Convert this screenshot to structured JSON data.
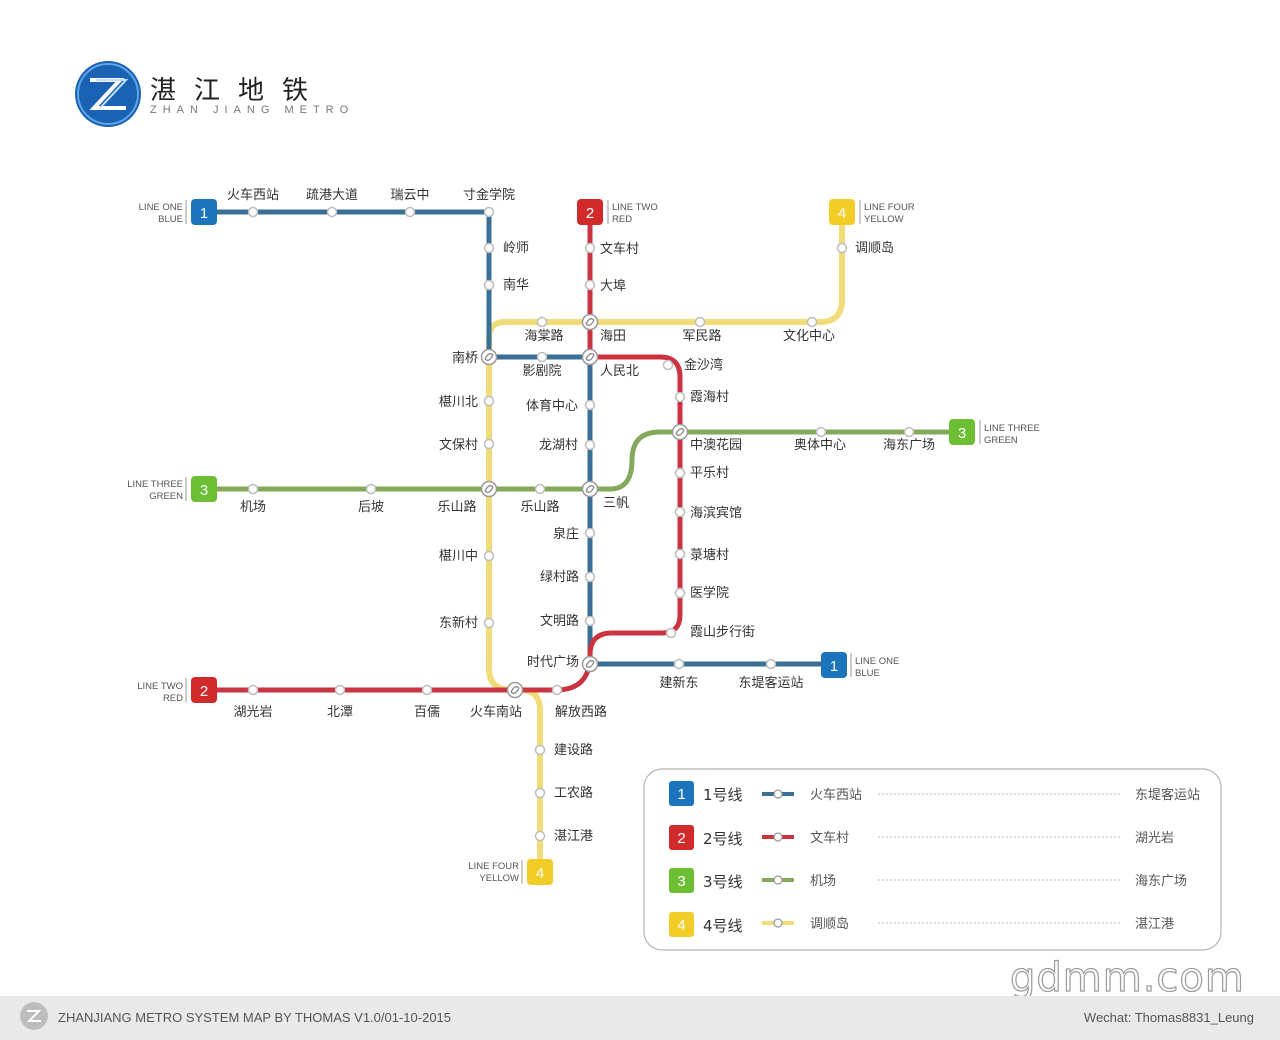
{
  "header": {
    "title": "湛江地铁",
    "subtitle": "ZHAN JIANG METRO"
  },
  "colors": {
    "line1": "#3a6f96",
    "line2": "#cc3340",
    "line3": "#84a95a",
    "line4": "#f0dc78",
    "badge1": "#1b74bc",
    "badge2": "#d12a2a",
    "badge3": "#6cbf33",
    "badge4": "#f3cd27"
  },
  "terminals": {
    "line1_west": {
      "number": "1",
      "name1": "LINE ONE",
      "name2": "BLUE"
    },
    "line1_east": {
      "number": "1",
      "name1": "LINE ONE",
      "name2": "BLUE"
    },
    "line2_north": {
      "number": "2",
      "name1": "LINE TWO",
      "name2": "RED"
    },
    "line2_west": {
      "number": "2",
      "name1": "LINE TWO",
      "name2": "RED"
    },
    "line3_west": {
      "number": "3",
      "name1": "LINE THREE",
      "name2": "GREEN"
    },
    "line3_east": {
      "number": "3",
      "name1": "LINE THREE",
      "name2": "GREEN"
    },
    "line4_north": {
      "number": "4",
      "name1": "LINE FOUR",
      "name2": "YELLOW"
    },
    "line4_south": {
      "number": "4",
      "name1": "LINE FOUR",
      "name2": "YELLOW"
    }
  },
  "stations": {
    "huochexizhan": "火车西站",
    "shugangdadao": "疏港大道",
    "ruiyunzhong": "瑞云中",
    "cunjinxueyuan": "寸金学院",
    "lingshi": "岭师",
    "nanhua": "南华",
    "nanqiao": "南桥",
    "yingjuyuan": "影剧院",
    "renminbei": "人民北",
    "tiyuzhongxin": "体育中心",
    "longhucun": "龙湖村",
    "sanfan": "三帆",
    "quanzhuang": "泉庄",
    "lvcunlu": "绿村路",
    "wenminglu": "文明路",
    "shidaiguangchang": "时代广场",
    "jianxindong": "建新东",
    "dongdikeyunzhan": "东堤客运站",
    "wenchecun": "文车村",
    "dabu": "大埠",
    "haitian": "海田",
    "jinshawan": "金沙湾",
    "xiahaicun": "霞海村",
    "zhongaohuayuan": "中澳花园",
    "pinglecun": "平乐村",
    "haibinbinguan": "海滨宾馆",
    "caitangcun": "菉塘村",
    "yixueyuan": "医学院",
    "xiashanbuxingjie": "霞山步行街",
    "jiefangxilu": "解放西路",
    "huochenanzhan": "火车南站",
    "bairu": "百儒",
    "beitan": "北潭",
    "huguangyan": "湖光岩",
    "jichang": "机场",
    "houpo": "后坡",
    "leshanlu_w": "乐山路",
    "leshanlu_e": "乐山路",
    "aotizhongxin": "奥体中心",
    "haidongguangchang": "海东广场",
    "tiaoshundao": "调顺岛",
    "haitanglu": "海棠路",
    "junminlu": "军民路",
    "wenhuazhongxin": "文化中心",
    "meichuanbei": "椹川北",
    "wenbaocun": "文保村",
    "meichuanzhong": "椹川中",
    "dongxincun": "东新村",
    "jianshelu": "建设路",
    "gongnonglu": "工农路",
    "zhanjianggang": "湛江港"
  },
  "legend": [
    {
      "number": "1",
      "name": "1号线",
      "from": "火车西站",
      "to": "东堤客运站"
    },
    {
      "number": "2",
      "name": "2号线",
      "from": "文车村",
      "to": "湖光岩"
    },
    {
      "number": "3",
      "name": "3号线",
      "from": "机场",
      "to": "海东广场"
    },
    {
      "number": "4",
      "name": "4号线",
      "from": "调顺岛",
      "to": "湛江港"
    }
  ],
  "watermark": "gdmm.com",
  "footer": {
    "left": "ZHANJIANG METRO SYSTEM MAP BY THOMAS   V1.0/01-10-2015",
    "right": "Wechat: Thomas8831_Leung"
  }
}
